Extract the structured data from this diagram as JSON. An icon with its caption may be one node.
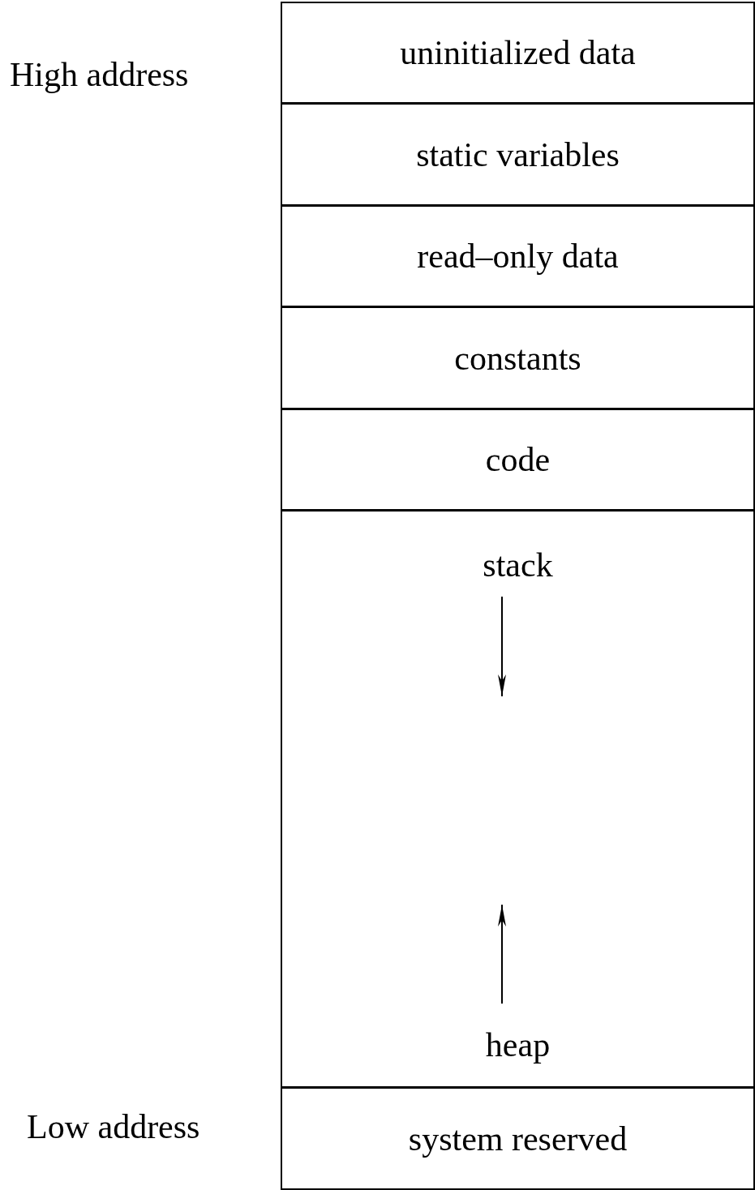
{
  "diagram": {
    "nodes": [
      {
        "text": [
          "uninitialized data"
        ]
      },
      {
        "text": [
          "static variables"
        ]
      },
      {
        "text": [
          "read–only data"
        ]
      },
      {
        "text": [
          "constants"
        ]
      },
      {
        "text": [
          "code"
        ]
      },
      {
        "text": [
          "stack",
          "heap"
        ]
      },
      {
        "text": [
          "system reserved"
        ]
      }
    ],
    "labels": [
      "High address",
      "Low address"
    ]
  }
}
